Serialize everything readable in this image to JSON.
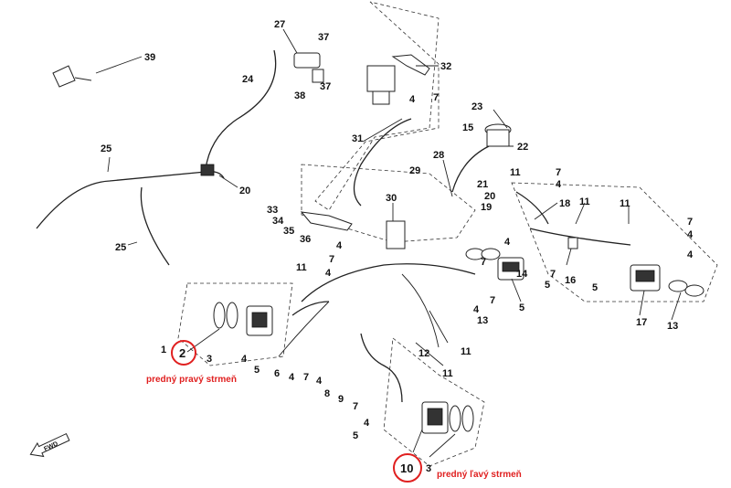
{
  "labels": {
    "l1": "1",
    "l2": "2",
    "l3a": "3",
    "l3b": "3",
    "l4a": "4",
    "l4b": "4",
    "l4c": "4",
    "l4d": "4",
    "l4e": "4",
    "l4f": "4",
    "l4g": "4",
    "l4h": "4",
    "l4i": "4",
    "l4j": "4",
    "l4k": "4",
    "l4l": "4",
    "l5a": "5",
    "l5b": "5",
    "l5c": "5",
    "l5d": "5",
    "l6": "6",
    "l7a": "7",
    "l7b": "7",
    "l7c": "7",
    "l7d": "7",
    "l7e": "7",
    "l7f": "7",
    "l7g": "7",
    "l7h": "7",
    "l7i": "7",
    "l8": "8",
    "l9": "9",
    "l10": "10",
    "l11a": "11",
    "l11b": "11",
    "l11c": "11",
    "l11d": "11",
    "l11e": "11",
    "l11f": "11",
    "l12": "12",
    "l13a": "13",
    "l13b": "13",
    "l14": "14",
    "l15": "15",
    "l16": "16",
    "l17": "17",
    "l18": "18",
    "l19": "19",
    "l20a": "20",
    "l20b": "20",
    "l21": "21",
    "l22": "22",
    "l23": "23",
    "l24": "24",
    "l25a": "25",
    "l25b": "25",
    "l27": "27",
    "l28": "28",
    "l29": "29",
    "l30": "30",
    "l31": "31",
    "l32": "32",
    "l33": "33",
    "l34": "34",
    "l35": "35",
    "l36": "36",
    "l37a": "37",
    "l37b": "37",
    "l38": "38",
    "l39": "39"
  },
  "annotations": {
    "front_right_caliper": "predný pravý strmeň",
    "front_left_caliper": "predný ľavý strmeň"
  },
  "fwd_arrow": "FWD",
  "colors": {
    "highlight": "#e02020",
    "line": "#222222"
  }
}
